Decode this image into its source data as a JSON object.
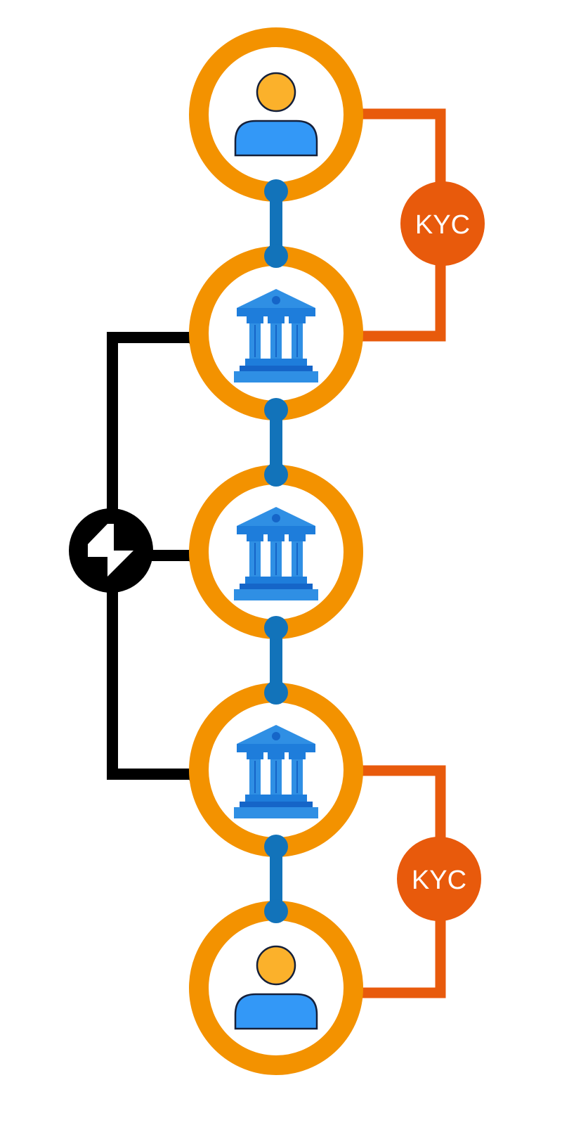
{
  "diagram": {
    "nodes": [
      {
        "id": "user-top",
        "kind": "person"
      },
      {
        "id": "bank-1",
        "kind": "bank"
      },
      {
        "id": "bank-2",
        "kind": "bank"
      },
      {
        "id": "bank-3",
        "kind": "bank"
      },
      {
        "id": "user-bottom",
        "kind": "person"
      }
    ],
    "kyc_badges": [
      {
        "label": "KYC",
        "connects": [
          "user-top",
          "bank-1"
        ]
      },
      {
        "label": "KYC",
        "connects": [
          "bank-3",
          "user-bottom"
        ]
      }
    ],
    "hub": {
      "icon": "lightning-bolt-icon",
      "connects": [
        "bank-1",
        "bank-2",
        "bank-3"
      ]
    },
    "links": [
      [
        "user-top",
        "bank-1"
      ],
      [
        "bank-1",
        "bank-2"
      ],
      [
        "bank-2",
        "bank-3"
      ],
      [
        "bank-3",
        "user-bottom"
      ]
    ]
  },
  "colors": {
    "node_ring": "#F39200",
    "node_fill": "#FFFFFF",
    "chain_link": "#1273BA",
    "kyc": "#E85A0C",
    "kyc_text": "#FFFFFF",
    "hub": "#000000",
    "hub_icon": "#FFFFFF",
    "person_head": "#FBB12B",
    "person_body": "#3398F7",
    "person_outline": "#15203A",
    "bank_light": "#2F8FE4",
    "bank_mid": "#1E7DDB",
    "bank_dark": "#1565C8"
  }
}
